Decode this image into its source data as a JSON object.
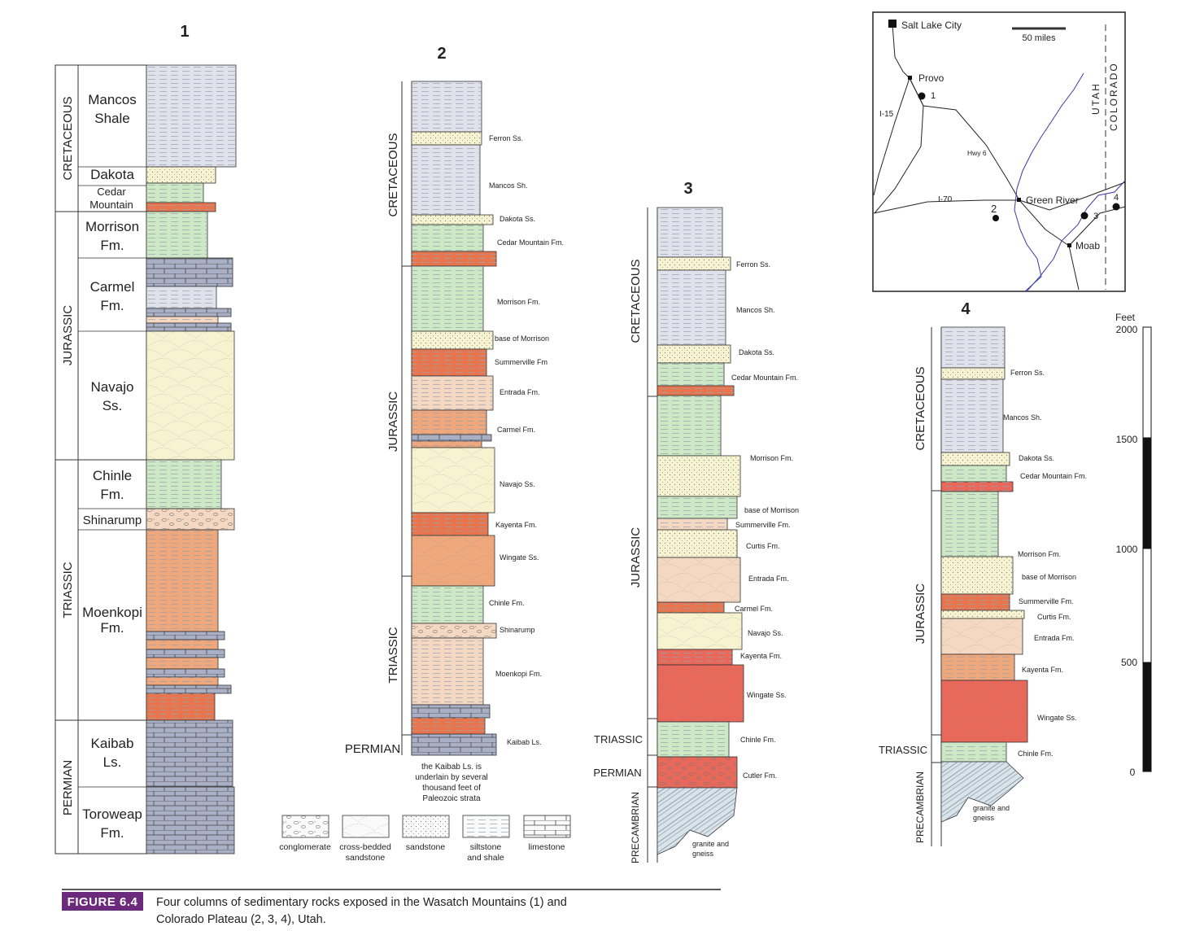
{
  "figure": {
    "label": "FIGURE 6.4",
    "caption_line1": "Four columns of sedimentary rocks exposed in the Wasatch Mountains (1) and",
    "caption_line2": "Colorado Plateau (2, 3, 4), Utah."
  },
  "colors": {
    "shale": "#dfe2ea",
    "sandstone": "#f7f2cf",
    "green": "#cde8c4",
    "orange": "#efa77c",
    "deep_orange": "#e7764f",
    "red": "#e8685a",
    "limestone": "#a9b0c6",
    "conglomerate": "#f4d8c2",
    "gneiss": "#d8e3ea",
    "map_river": "#3a3aa8",
    "caption_box": "#6b2a7c"
  },
  "column1": {
    "number": "1",
    "periods": [
      "CRETACEOUS",
      "JURASSIC",
      "TRIASSIC",
      "PERMIAN"
    ],
    "units": [
      {
        "line1": "Mancos",
        "line2": "Shale"
      },
      {
        "line1": "Dakota",
        "line2": ""
      },
      {
        "line1": "Cedar",
        "line2": "Mountain"
      },
      {
        "line1": "Morrison",
        "line2": "Fm."
      },
      {
        "line1": "Carmel",
        "line2": "Fm."
      },
      {
        "line1": "Navajo",
        "line2": "Ss."
      },
      {
        "line1": "Chinle",
        "line2": "Fm."
      },
      {
        "line1": "Shinarump",
        "line2": ""
      },
      {
        "line1": "Moenkopi",
        "line2": "Fm."
      },
      {
        "line1": "Kaibab",
        "line2": "Ls."
      },
      {
        "line1": "Toroweap",
        "line2": "Fm."
      }
    ]
  },
  "column2": {
    "number": "2",
    "periods": [
      "CRETACEOUS",
      "JURASSIC",
      "TRIASSIC",
      "PERMIAN"
    ],
    "units": [
      "Ferron Ss.",
      "Mancos Sh.",
      "Dakota Ss.",
      "Cedar Mountain Fm.",
      "Morrison Fm.",
      "base of Morrison",
      "Summerville Fm",
      "Entrada Fm.",
      "Carmel Fm.",
      "Navajo Ss.",
      "Kayenta Fm.",
      "Wingate Ss.",
      "Chinle Fm.",
      "Shinarump",
      "Moenkopi Fm.",
      "Kaibab Ls."
    ],
    "note": [
      "the Kaibab Ls. is",
      "underlain by several",
      "thousand feet of",
      "Paleozoic strata"
    ]
  },
  "column3": {
    "number": "3",
    "periods": [
      "CRETACEOUS",
      "JURASSIC",
      "TRIASSIC",
      "PERMIAN",
      "PRECAMBRIAN"
    ],
    "units": [
      "Ferron Ss.",
      "Mancos Sh.",
      "Dakota Ss.",
      "Cedar Mountain Fm.",
      "Morrison Fm.",
      "base of Morrison",
      "Summerville Fm.",
      "Curtis Fm.",
      "Entrada Fm.",
      "Carmel Fm.",
      "Navajo Ss.",
      "Kayenta Fm.",
      "Wingate Ss.",
      "Chinle Fm.",
      "Cutler Fm.",
      "granite and",
      "gneiss"
    ]
  },
  "column4": {
    "number": "4",
    "periods": [
      "CRETACEOUS",
      "JURASSIC",
      "TRIASSIC",
      "PRECAMBRIAN"
    ],
    "units": [
      "Ferron Ss.",
      "Mancos Sh.",
      "Dakota Ss.",
      "Cedar Mountain Fm.",
      "Morrison Fm.",
      "base of Morrison",
      "Summerville Fm.",
      "Curtis Fm.",
      "Entrada Fm.",
      "Kayenta Fm.",
      "Wingate Ss.",
      "Chinle Fm.",
      "granite and",
      "gneiss"
    ]
  },
  "legend": {
    "items": [
      {
        "line1": "conglomerate",
        "line2": ""
      },
      {
        "line1": "cross-bedded",
        "line2": "sandstone"
      },
      {
        "line1": "sandstone",
        "line2": ""
      },
      {
        "line1": "siltstone",
        "line2": "and shale"
      },
      {
        "line1": "limestone",
        "line2": ""
      }
    ]
  },
  "scale": {
    "unit": "Feet",
    "ticks": [
      "2000",
      "1500",
      "1000",
      "500",
      "0"
    ]
  },
  "map": {
    "cities": [
      "Salt Lake City",
      "Provo",
      "Green River",
      "Moab"
    ],
    "roads": [
      "I-15",
      "Hwy 6",
      "I-70"
    ],
    "scale_label": "50 miles",
    "states": [
      "UTAH",
      "COLORADO"
    ],
    "locations": [
      "1",
      "2",
      "3",
      "4"
    ]
  }
}
